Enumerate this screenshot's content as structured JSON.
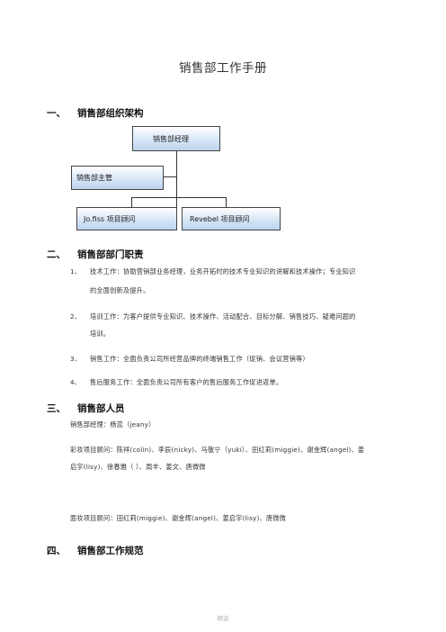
{
  "doc": {
    "title": "销售部工作手册",
    "footer": "精选"
  },
  "sections": [
    {
      "num": "一、",
      "title": "销售部组织架构"
    },
    {
      "num": "二、",
      "title": "销售部部门职责"
    },
    {
      "num": "三、",
      "title": "销售部人员"
    },
    {
      "num": "四、",
      "title": "销售部工作规范"
    }
  ],
  "org_chart": {
    "manager": "销售部经理",
    "supervisor": "销售部主管",
    "consultant_a": "Jo.fiss 项目顾问",
    "consultant_b": "Revebel 项目顾问"
  },
  "duties": [
    {
      "n": "1、",
      "line1": "技术工作：协助营销部业务经理，业务开拓时的技术专业知识的讲解和技术操作；专业知识",
      "line2": "的全面创新及提升。"
    },
    {
      "n": "2、",
      "line1": "培训工作：为客户提供专业知识、技术操作、活动配合、目标分解、销售技巧、疑难问题的",
      "line2": "培训。"
    },
    {
      "n": "3、",
      "line1": "销售工作：全面负责公司所经营品牌的终端销售工作（促销、会议营销等）",
      "line2": ""
    },
    {
      "n": "4、",
      "line1": "售后服务工作：全面负责公司所有客户的售后服务工作促进返单。",
      "line2": ""
    }
  ],
  "staff": {
    "manager_line": "销售部经理：杨蕊（jeany）",
    "team_a_line1": "彩妆项目顾问：陈祥(colin)、李辰(nicky)、马敬宁（yuki）、田红莉(miggie)、谢金辉(angel)、姜",
    "team_a_line2": "启宇(lisy)、徐春雅（ ）、周丰、姜文、唐微微",
    "team_b_line": "面妆项目顾问：田红莉(miggie)、谢金辉(angel)、姜启宇(lisy)、唐微微"
  }
}
